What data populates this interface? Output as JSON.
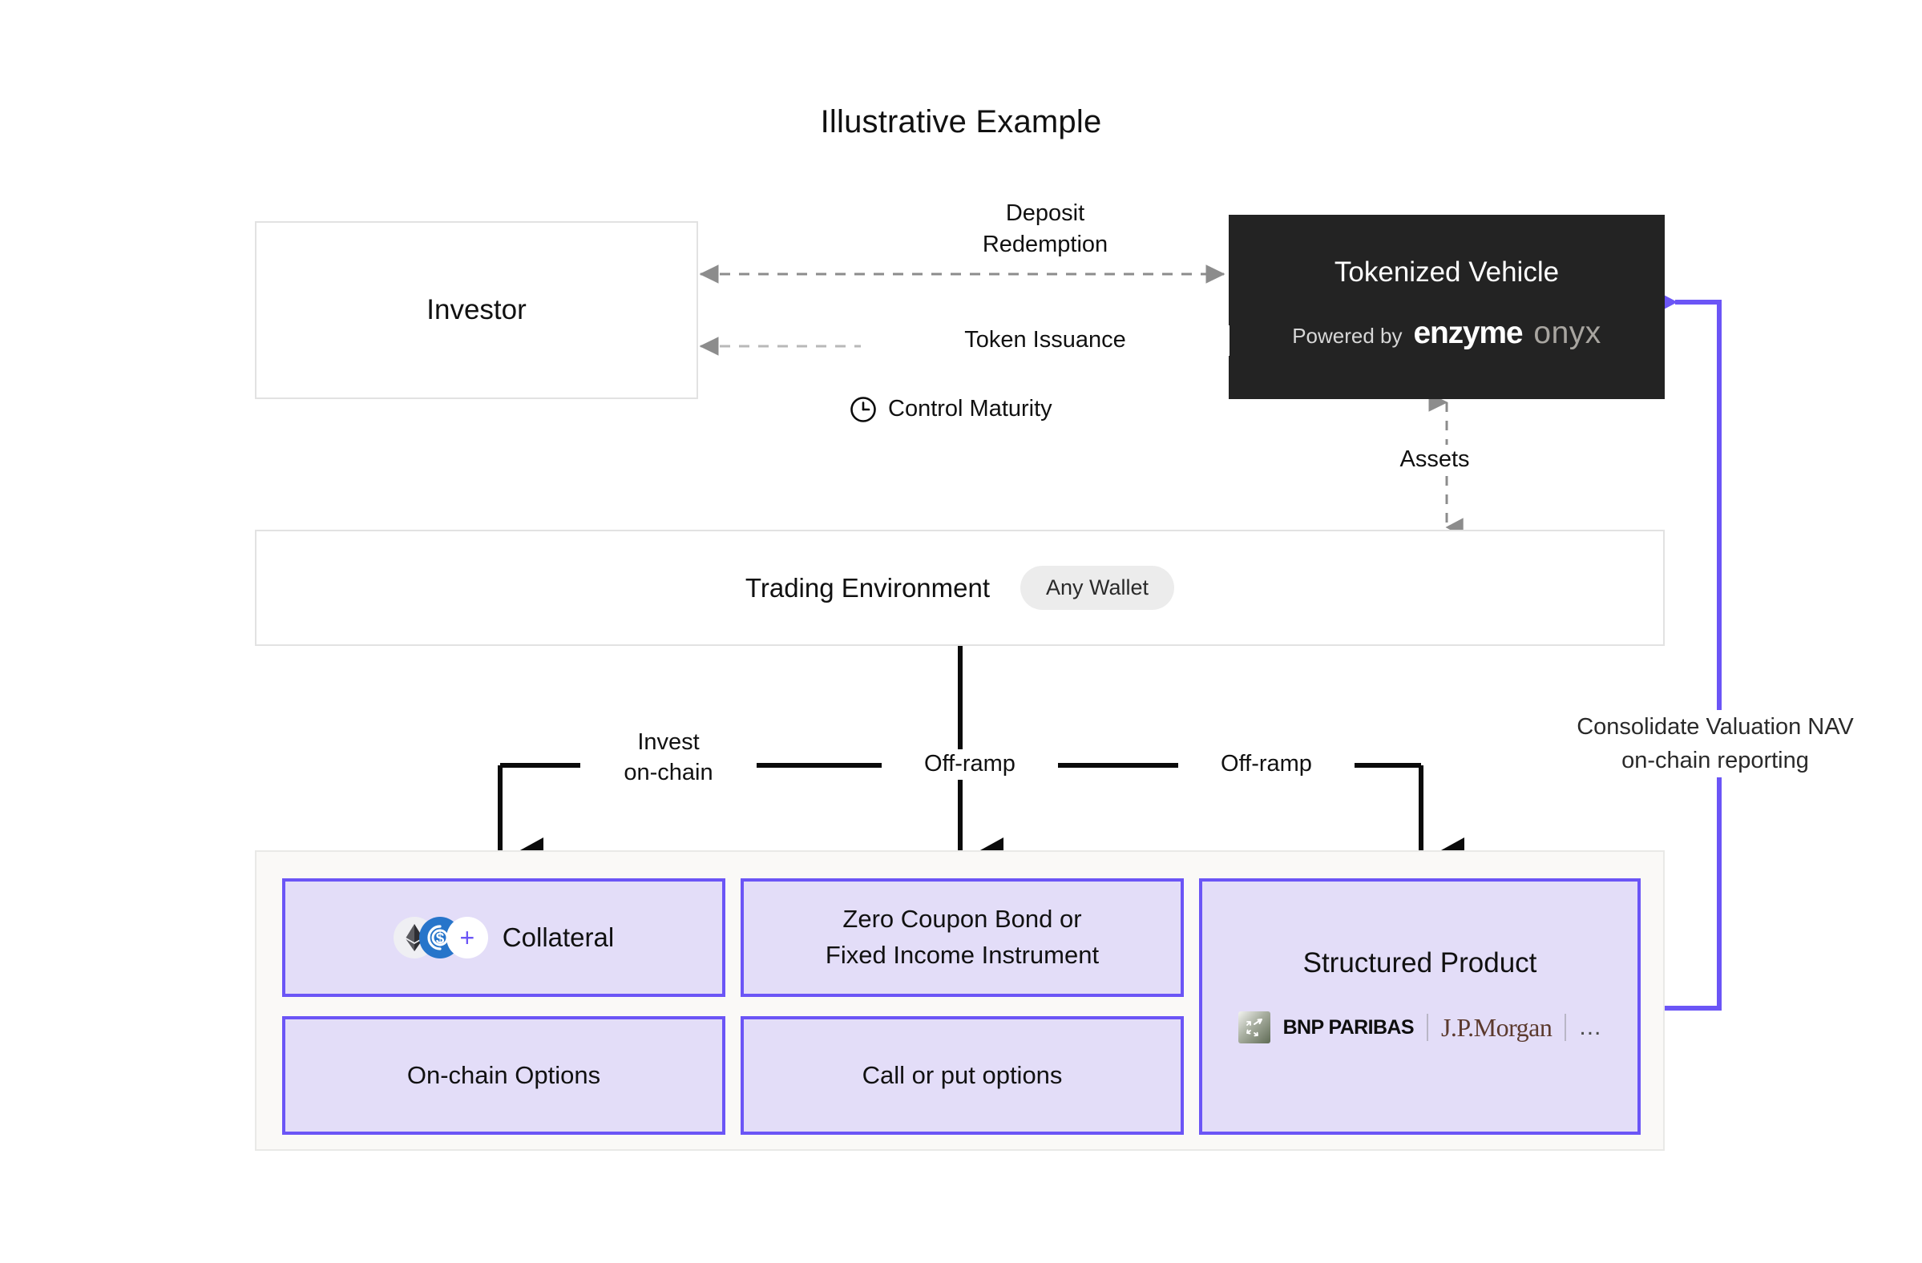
{
  "page": {
    "title": "Illustrative Example",
    "canvas_bg": "#ffffff",
    "margin_bg": "#e2e3e5"
  },
  "colors": {
    "purple": "#6b55f6",
    "purple_fill": "#e3ddf8",
    "dark_box": "#232323",
    "panel_bg": "#faf9f7",
    "pill_bg": "#ececec",
    "dashed_gray": "#8c8c8c",
    "usdc_blue": "#2775ca",
    "eth_chip_bg": "#efeff3"
  },
  "nodes": {
    "investor": {
      "label": "Investor"
    },
    "tokenized_vehicle": {
      "title": "Tokenized Vehicle",
      "powered_by_label": "Powered by",
      "brand_primary": "enzyme",
      "brand_secondary": "onyx"
    },
    "trading_environment": {
      "label": "Trading Environment",
      "badge": "Any Wallet"
    }
  },
  "connectors": {
    "deposit": "Deposit",
    "redemption": "Redemption",
    "token_issuance": "Token Issuance",
    "control_maturity": "Control Maturity",
    "control_maturity_icon": "clock-icon",
    "assets": "Assets",
    "invest_on_chain": "Invest\non-chain",
    "invest_on_chain_line1": "Invest",
    "invest_on_chain_line2": "on-chain",
    "off_ramp_1": "Off-ramp",
    "off_ramp_2": "Off-ramp",
    "consolidate_line1": "Consolidate Valuation NAV",
    "consolidate_line2": "on-chain reporting"
  },
  "product_panel": {
    "collateral": {
      "label": "Collateral",
      "tokens": [
        "ethereum-token-icon",
        "usdc-token-icon",
        "plus-token-icon"
      ]
    },
    "on_chain_options": {
      "label": "On-chain Options"
    },
    "zero_coupon_bond": {
      "line1": "Zero Coupon Bond or",
      "line2": "Fixed Income Instrument"
    },
    "call_or_put_options": {
      "label": "Call or put options"
    },
    "structured_product": {
      "title": "Structured Product",
      "providers": [
        {
          "name": "BNP PARIBAS",
          "icon": "bnp-paribas-logo-icon"
        },
        {
          "name": "J.P.Morgan",
          "icon": "jpmorgan-logo-icon"
        },
        {
          "name": "...",
          "icon": "more-providers-icon"
        }
      ]
    }
  }
}
